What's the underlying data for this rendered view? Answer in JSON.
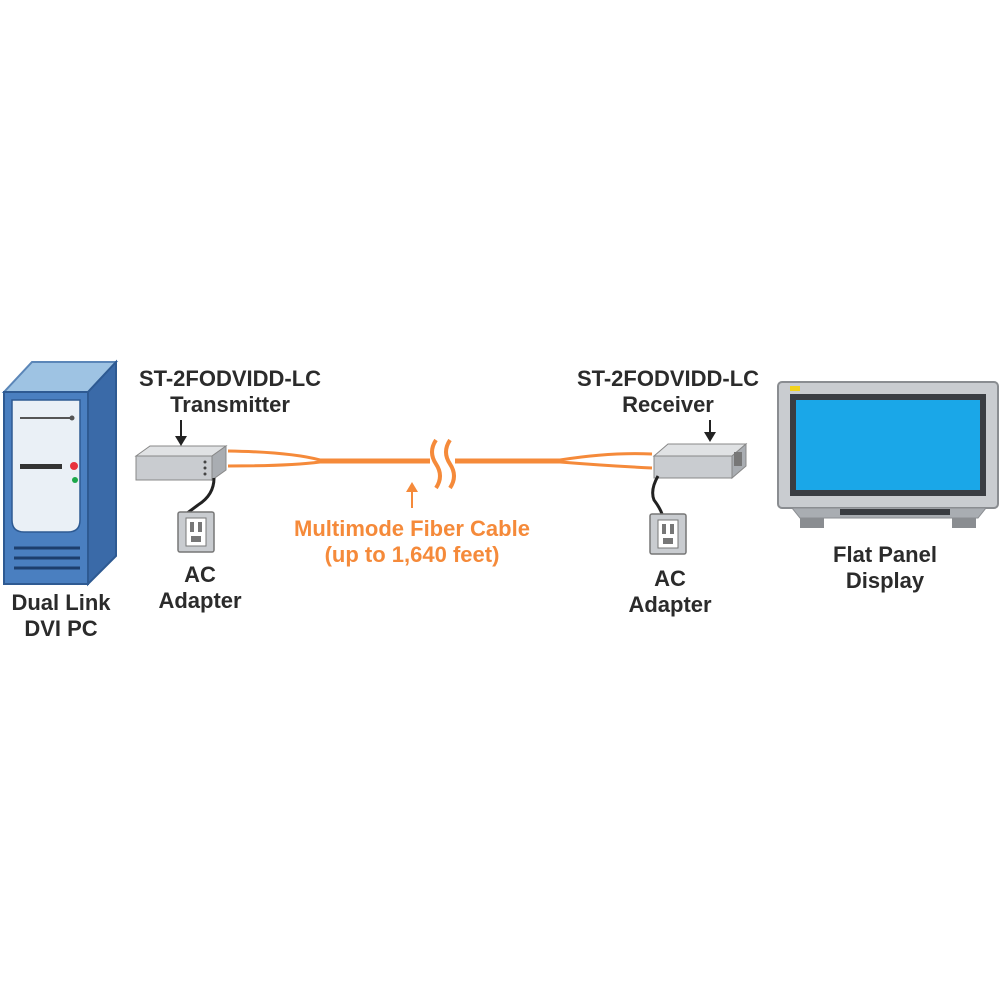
{
  "colors": {
    "fiber": "#f58a3a",
    "label": "#2b2b2b",
    "device_gray": "#c9ccd0",
    "screen_blue": "#1aa7e8",
    "pc_blue": "#4a7fc0"
  },
  "pc": {
    "line1": "Dual Link",
    "line2": "DVI PC"
  },
  "transmitter": {
    "model": "ST-2FODVIDD-LC",
    "role": "Transmitter"
  },
  "receiver": {
    "model": "ST-2FODVIDD-LC",
    "role": "Receiver"
  },
  "cable": {
    "line1": "Multimode Fiber Cable",
    "line2": "(up to 1,640 feet)"
  },
  "adapter_left": {
    "line1": "AC",
    "line2": "Adapter"
  },
  "adapter_right": {
    "line1": "AC",
    "line2": "Adapter"
  },
  "display": {
    "line1": "Flat Panel",
    "line2": "Display"
  }
}
